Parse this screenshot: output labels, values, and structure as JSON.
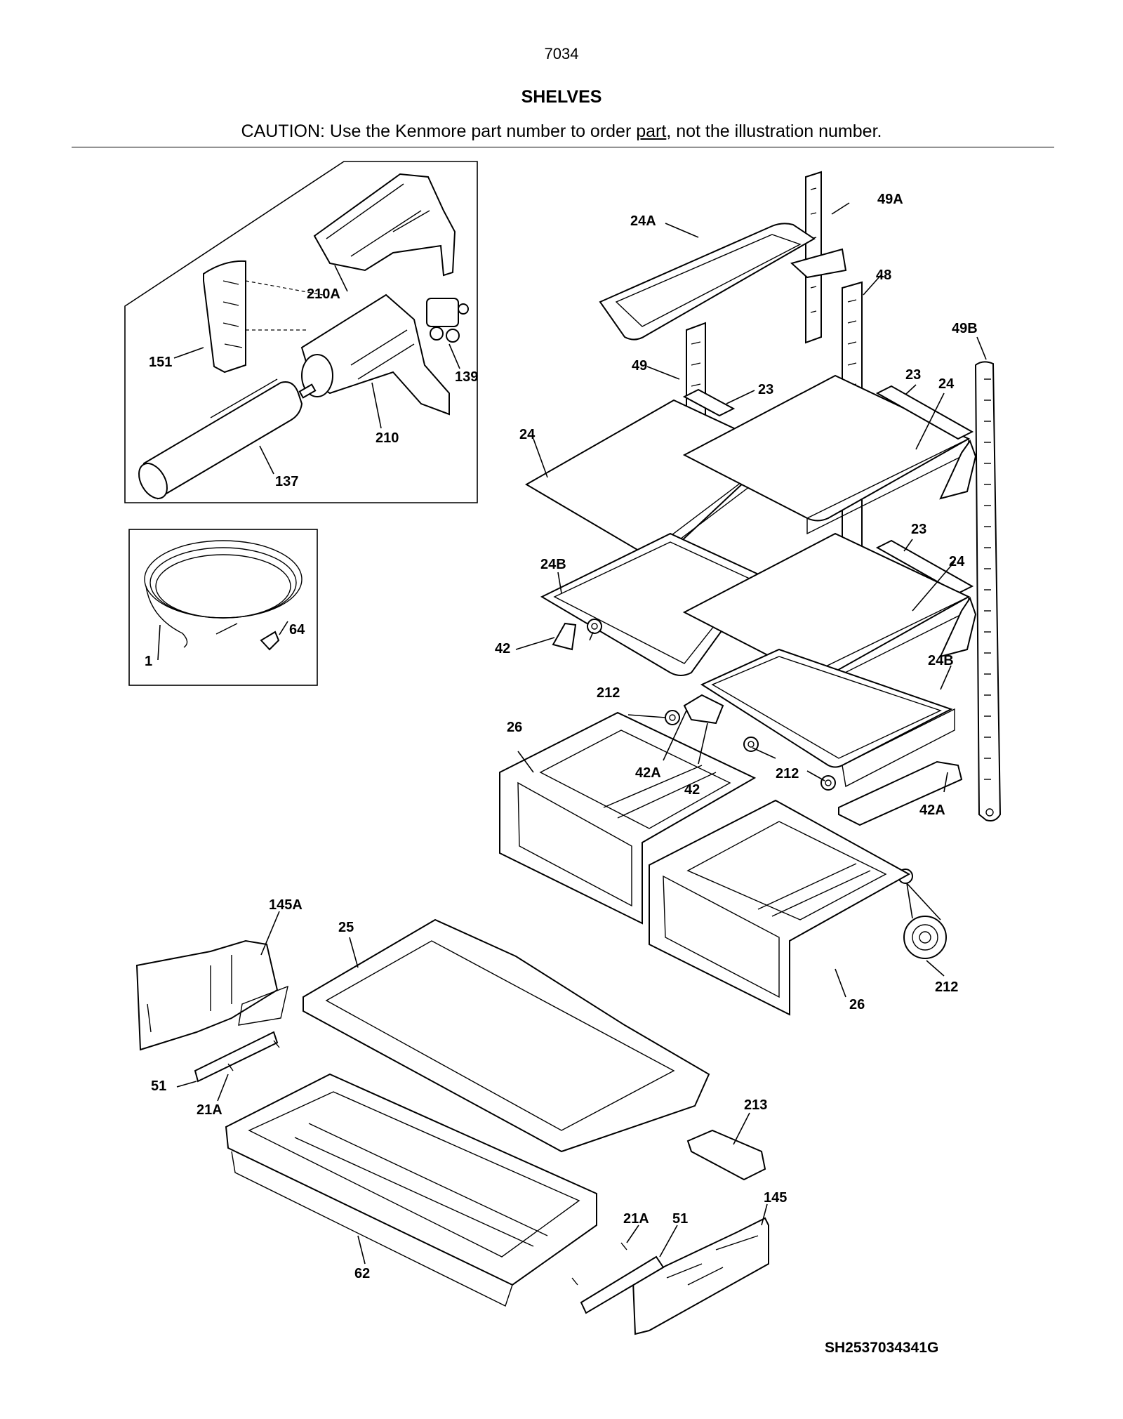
{
  "header": {
    "page_number": "7034",
    "title": "SHELVES",
    "caution_before": "CAUTION: Use the Kenmore part number to order ",
    "caution_underlined": "part",
    "caution_after": ", not the illustration number."
  },
  "callouts": {
    "c1": "1",
    "c21a_left": "21A",
    "c21a_right": "21A",
    "c23_a": "23",
    "c23_b": "23",
    "c23_c": "23",
    "c24_a": "24",
    "c24_b": "24",
    "c24_c": "24",
    "c24a": "24A",
    "c24b_a": "24B",
    "c24b_b": "24B",
    "c25": "25",
    "c26_a": "26",
    "c26_b": "26",
    "c42_a": "42",
    "c42_b": "42",
    "c42a_a": "42A",
    "c42a_b": "42A",
    "c48": "48",
    "c49": "49",
    "c49a": "49A",
    "c49b": "49B",
    "c51_left": "51",
    "c51_right": "51",
    "c62": "62",
    "c64": "64",
    "c137": "137",
    "c139": "139",
    "c145": "145",
    "c145a": "145A",
    "c151": "151",
    "c210": "210",
    "c210a": "210A",
    "c212_a": "212",
    "c212_b": "212",
    "c212_c": "212",
    "c213": "213"
  },
  "footer": {
    "drawing_code": "SH2537034341G"
  }
}
